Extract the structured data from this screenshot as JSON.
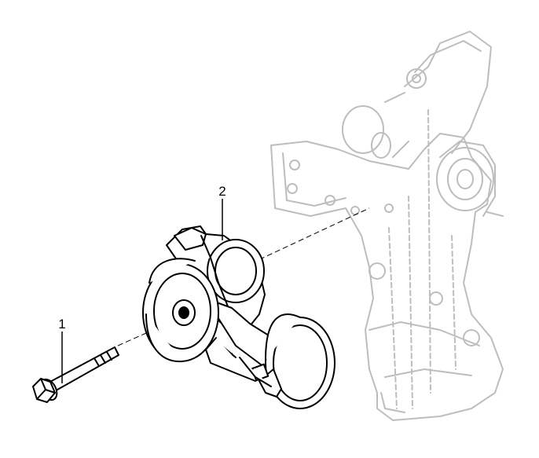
{
  "callouts": [
    {
      "label": "1",
      "part": "flange-bolt"
    },
    {
      "label": "2",
      "part": "belt-tensioner-assembly"
    }
  ],
  "colors": {
    "line": "#000000",
    "ghost": "#bdbdbd",
    "background": "#ffffff"
  }
}
